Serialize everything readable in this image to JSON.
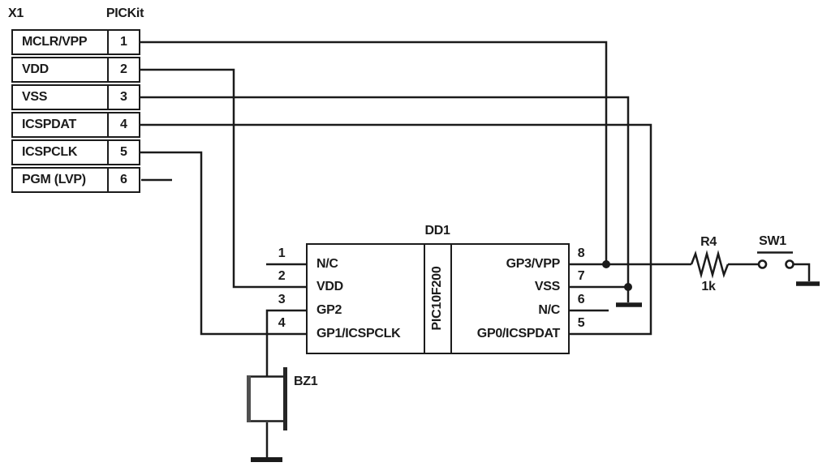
{
  "colors": {
    "line": "#1b1b1b",
    "background": "#ffffff",
    "buzzer_left_plate": "#4f4f4f"
  },
  "connector": {
    "ref": "X1",
    "type_label": "PICKit",
    "rows": [
      {
        "label": "MCLR/VPP",
        "pin": "1"
      },
      {
        "label": "VDD",
        "pin": "2"
      },
      {
        "label": "VSS",
        "pin": "3"
      },
      {
        "label": "ICSPDAT",
        "pin": "4"
      },
      {
        "label": "ICSPCLK",
        "pin": "5"
      },
      {
        "label": "PGM (LVP)",
        "pin": "6"
      }
    ]
  },
  "chip": {
    "ref": "DD1",
    "part_number": "PIC10F200",
    "left_pins": [
      {
        "num": "1",
        "label": "N/C"
      },
      {
        "num": "2",
        "label": "VDD"
      },
      {
        "num": "3",
        "label": "GP2"
      },
      {
        "num": "4",
        "label": "GP1/ICSPCLK"
      }
    ],
    "right_pins": [
      {
        "num": "8",
        "label": "GP3/VPP"
      },
      {
        "num": "7",
        "label": "VSS"
      },
      {
        "num": "6",
        "label": "N/C"
      },
      {
        "num": "5",
        "label": "GP0/ICSPDAT"
      }
    ]
  },
  "resistor": {
    "ref": "R4",
    "value": "1k"
  },
  "switch": {
    "ref": "SW1"
  },
  "buzzer": {
    "ref": "BZ1"
  }
}
